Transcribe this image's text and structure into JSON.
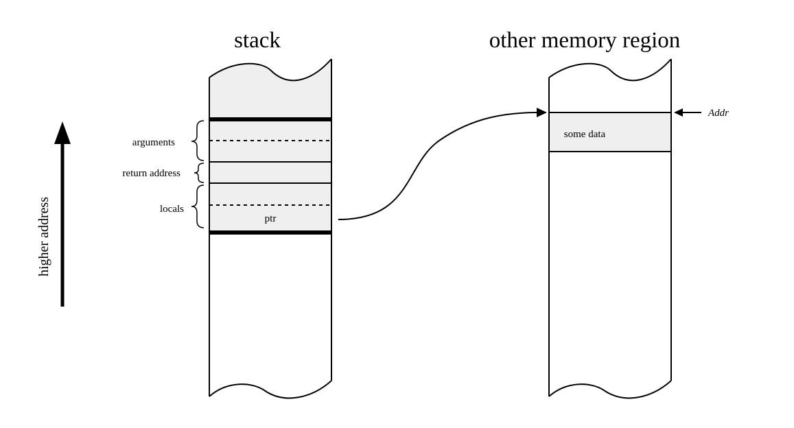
{
  "titles": {
    "stack": "stack",
    "other": "other memory region"
  },
  "labels": {
    "arguments": "arguments",
    "return_address": "return address",
    "locals": "locals",
    "ptr": "ptr",
    "some_data": "some data",
    "addr": "Addr",
    "higher_address": "higher address"
  },
  "colors": {
    "cell_fill": "#efefef",
    "stroke": "#000000"
  }
}
